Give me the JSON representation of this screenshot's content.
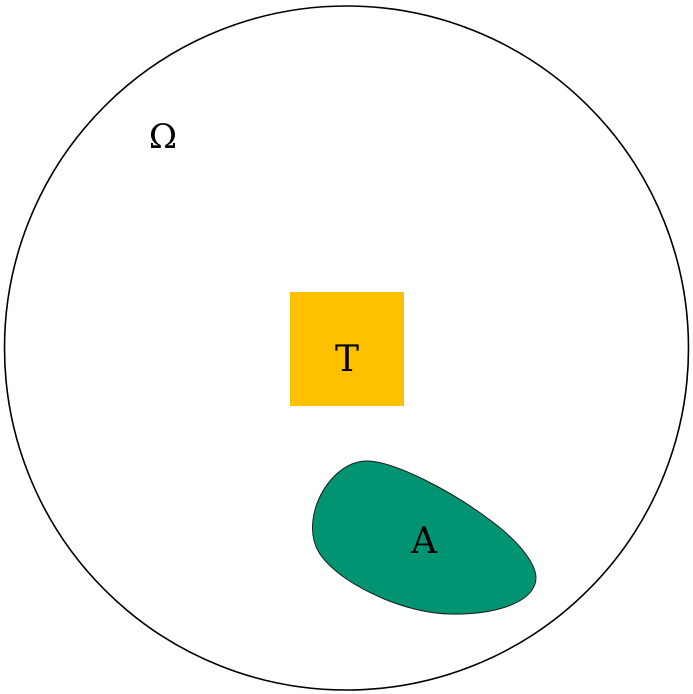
{
  "diagram": {
    "domain": {
      "label": "Ω",
      "fill": "#ffffff",
      "stroke": "#000000"
    },
    "target": {
      "label": "T",
      "fill": "#FFC000"
    },
    "region_a": {
      "label": "A",
      "fill": "#009473",
      "stroke": "#1a1a1a"
    }
  }
}
